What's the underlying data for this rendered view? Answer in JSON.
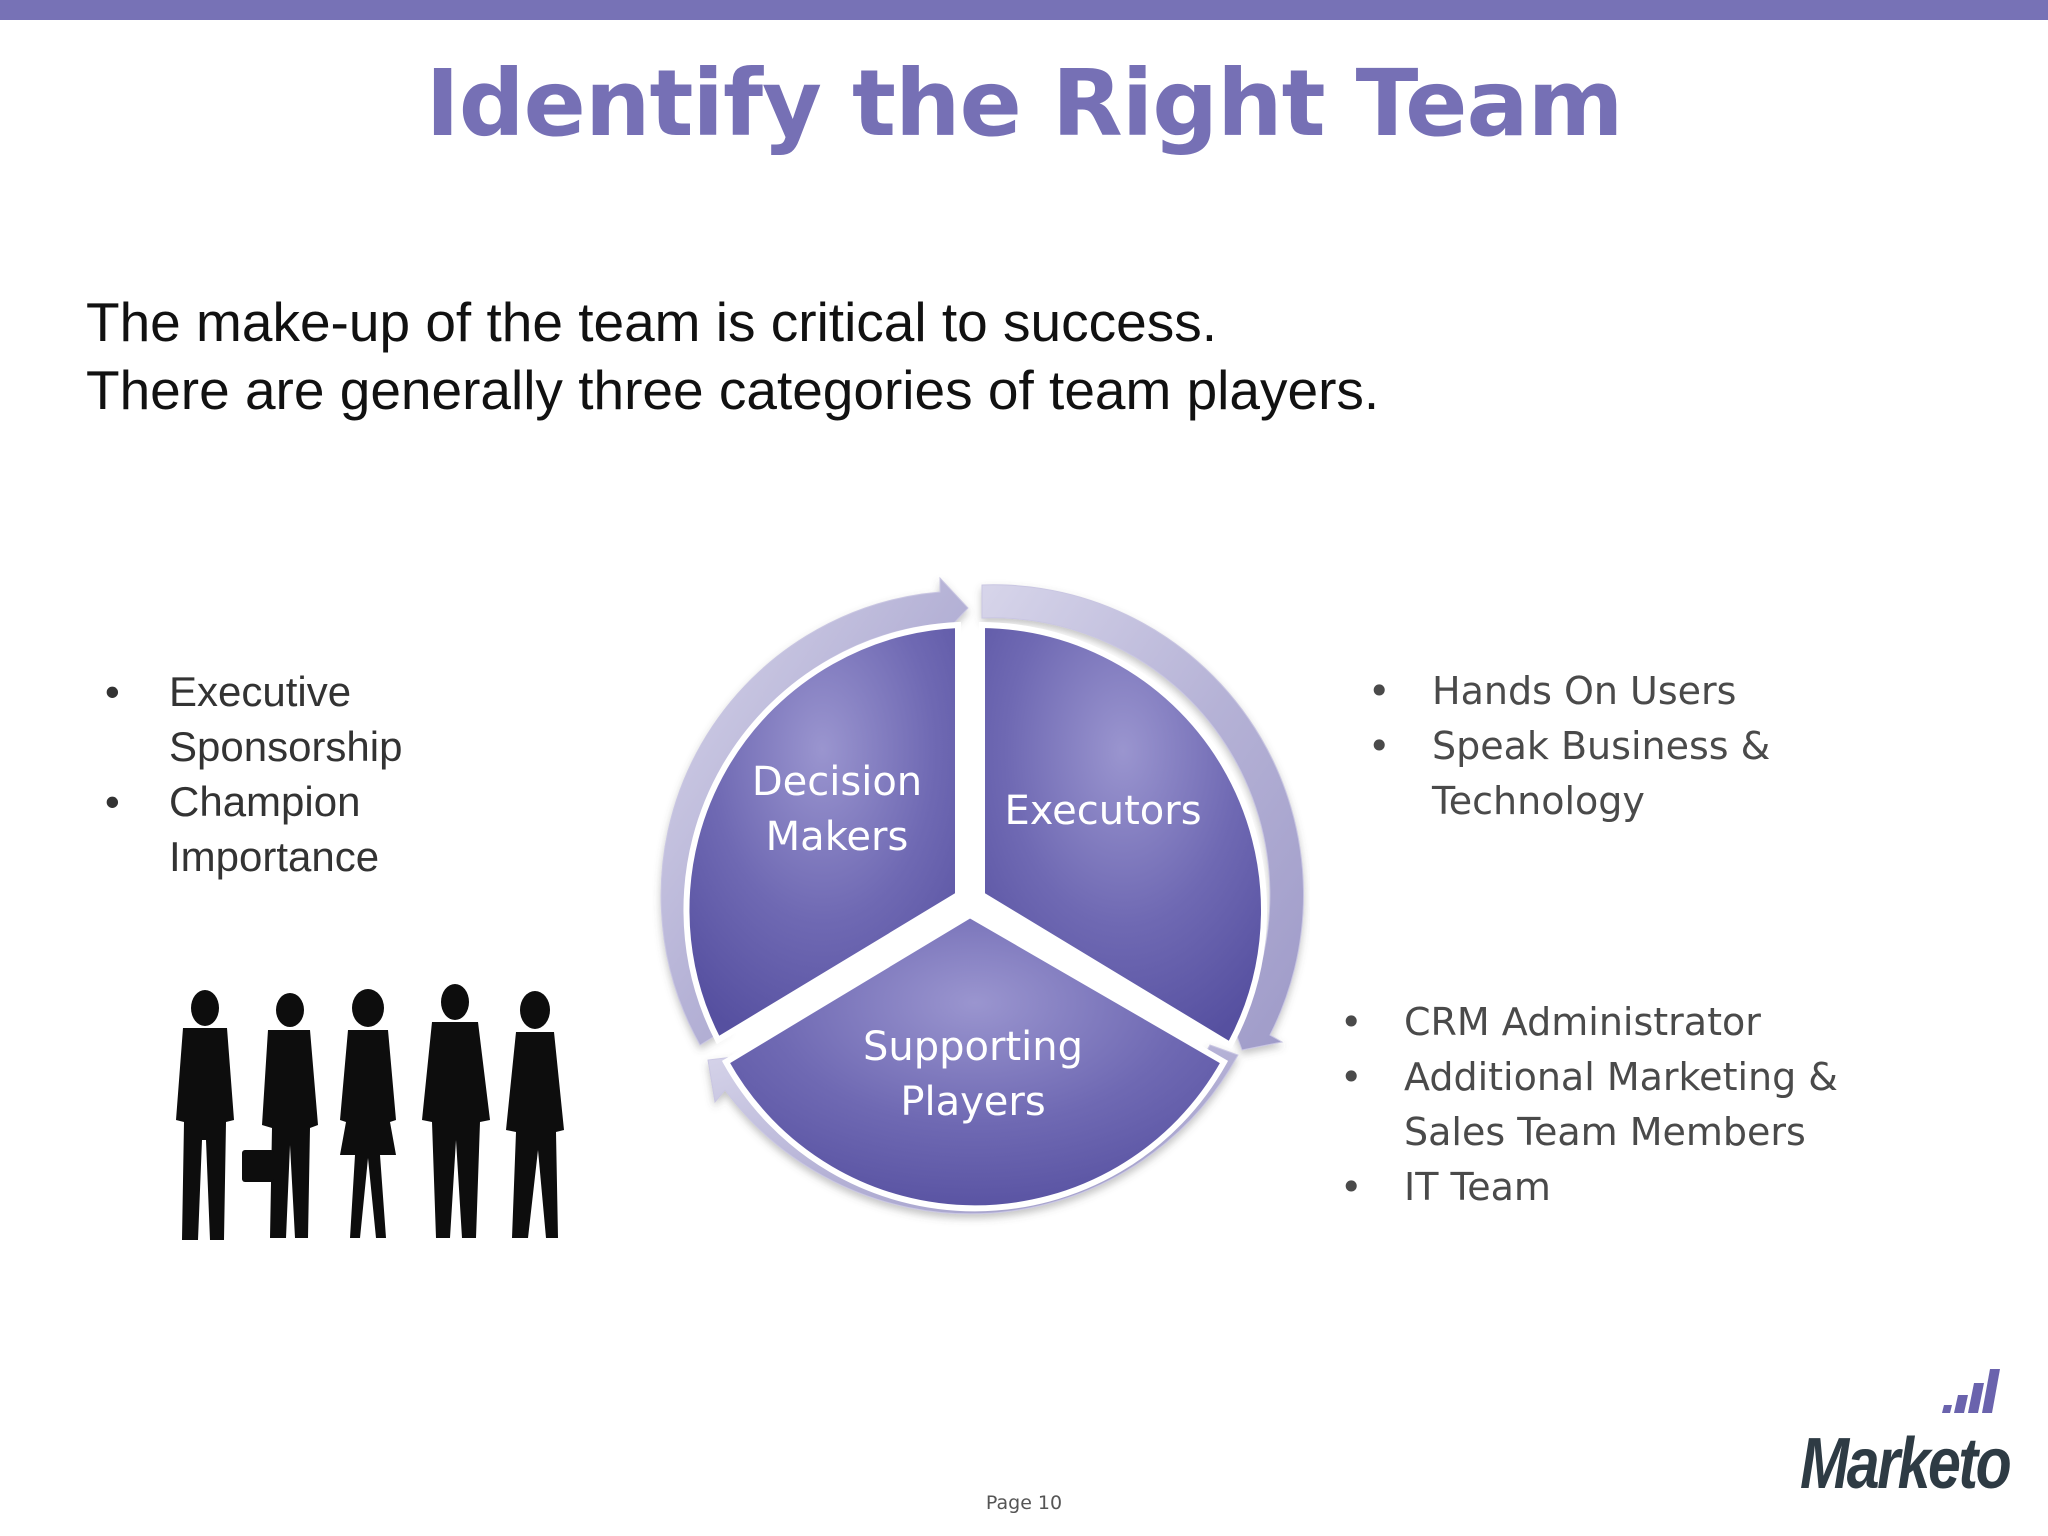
{
  "slide": {
    "title": "Identify the Right Team",
    "intro_lines": [
      "The make-up of the team is critical to success.",
      "There are generally three categories of team players."
    ],
    "page_number": "Page 10",
    "logo_text": "Marketo",
    "accent_color": "#7670b5"
  },
  "diagram": {
    "segments": [
      {
        "label_lines": [
          "Decision",
          "Makers"
        ]
      },
      {
        "label_lines": [
          "Executors"
        ]
      },
      {
        "label_lines": [
          "Supporting",
          "Players"
        ]
      }
    ]
  },
  "left_bullets": [
    {
      "lines": [
        "Executive",
        "Sponsorship"
      ]
    },
    {
      "lines": [
        "Champion",
        "Importance"
      ]
    }
  ],
  "right_top_bullets": [
    {
      "lines": [
        "Hands On Users"
      ]
    },
    {
      "lines": [
        "Speak Business &",
        "Technology"
      ]
    }
  ],
  "right_bottom_bullets": [
    {
      "lines": [
        "CRM Administrator"
      ]
    },
    {
      "lines": [
        "Additional Marketing &",
        "Sales Team Members"
      ]
    },
    {
      "lines": [
        "IT Team"
      ]
    }
  ],
  "icons": {
    "bullet": "•",
    "people": "business-people-silhouettes-icon",
    "logo": "marketo-logo-bars-icon"
  }
}
